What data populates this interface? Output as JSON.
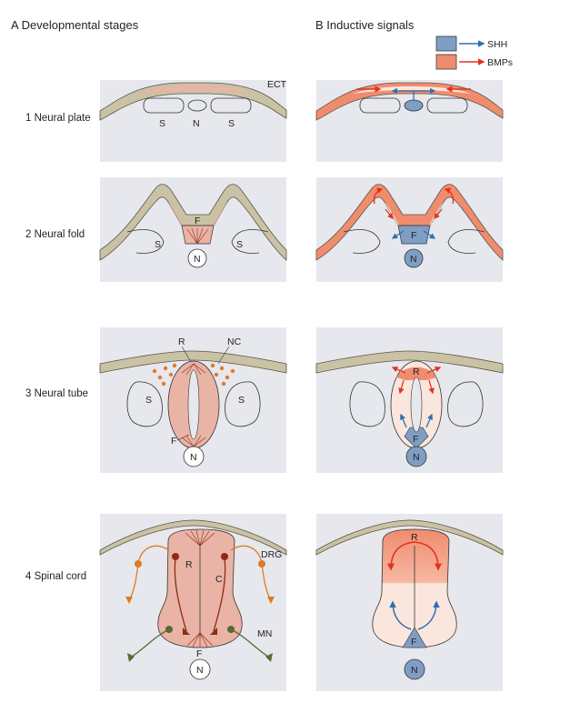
{
  "headers": {
    "a": "A  Developmental stages",
    "b": "B  Inductive signals"
  },
  "legend": {
    "shh": {
      "label": "SHH",
      "color": "#2f6fb0",
      "swatch": "#7f9ec4"
    },
    "bmp": {
      "label": "BMPs",
      "color": "#e2321e",
      "swatch": "#f08c6e"
    }
  },
  "rows": [
    {
      "label": "1  Neural plate"
    },
    {
      "label": "2  Neural fold"
    },
    {
      "label": "3  Neural tube"
    },
    {
      "label": "4  Spinal cord"
    }
  ],
  "labels": {
    "ect": "ECT",
    "s": "S",
    "n": "N",
    "f": "F",
    "r": "R",
    "nc": "NC",
    "c": "C",
    "drg": "DRG",
    "mn": "MN"
  },
  "colors": {
    "panel": "#e6e8ed",
    "ectoderm": "#c9c2a4",
    "neural": "#e9b3a6",
    "neural_light": "#f7dfd7",
    "shh_fill": "#7f9ec4",
    "bmp_fill": "#f08c6e",
    "drg": "#e07a2a",
    "c_cell": "#8b2d12",
    "mn": "#556b2f"
  }
}
